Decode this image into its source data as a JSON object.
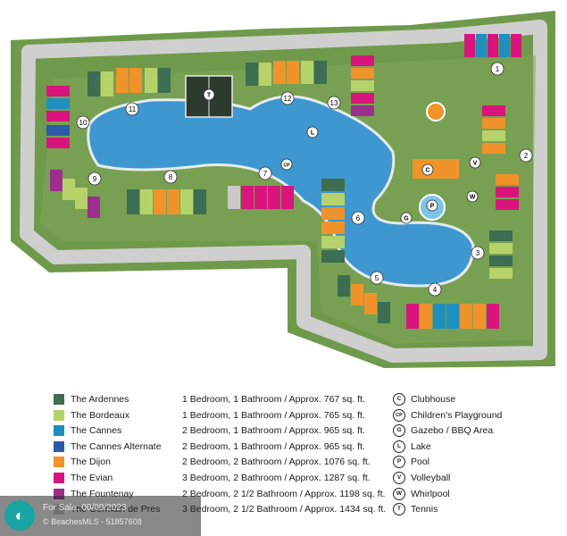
{
  "map": {
    "building_labels": [
      "1",
      "2",
      "3",
      "4",
      "5",
      "6",
      "7",
      "8",
      "9",
      "10",
      "11",
      "12",
      "13"
    ],
    "amenity_letters": [
      "C",
      "CP",
      "G",
      "L",
      "P",
      "V",
      "W",
      "T"
    ]
  },
  "legend": [
    {
      "name": "The Ardennes",
      "desc": "1 Bedroom, 1 Bathroom / Approx. 767 sq. ft.",
      "color": "#3d6e52"
    },
    {
      "name": "The Bordeaux",
      "desc": "1 Bedroom, 1 Bathroom / Approx. 765 sq. ft.",
      "color": "#b5d36a"
    },
    {
      "name": "The Cannes",
      "desc": "2 Bedroom, 1 Bathroom / Approx. 965 sq. ft.",
      "color": "#1f8fbf"
    },
    {
      "name": "The Cannes Alternate",
      "desc": "2 Bedroom, 1 Bathroom / Approx. 965 sq. ft.",
      "color": "#2c5aa8"
    },
    {
      "name": "The Dijon",
      "desc": "2 Bedroom, 2 Bathroom / Approx. 1076 sq. ft.",
      "color": "#f0932b"
    },
    {
      "name": "The Evian",
      "desc": "3 Bedroom, 2 Bathroom / Approx. 1287 sq. ft.",
      "color": "#d9157d"
    },
    {
      "name": "The Fountenay",
      "desc": "2 Bedroom, 2 1/2 Bathroom / Approx. 1198 sq. ft.",
      "color": "#9c2f8e"
    },
    {
      "name": "The Germain de Pres",
      "desc": "3 Bedroom, 2 1/2 Bathroom / Approx. 1434 sq. ft.",
      "color": "#c9c9c9"
    }
  ],
  "amenities": [
    {
      "letter": "C",
      "label": "Clubhouse"
    },
    {
      "letter": "CP",
      "label": "Children's Playground"
    },
    {
      "letter": "G",
      "label": "Gazebo / BBQ Area"
    },
    {
      "letter": "L",
      "label": "Lake"
    },
    {
      "letter": "P",
      "label": "Pool"
    },
    {
      "letter": "V",
      "label": "Volleyball"
    },
    {
      "letter": "W",
      "label": "Whirlpool"
    },
    {
      "letter": "T",
      "label": "Tennis"
    }
  ],
  "watermark": {
    "line1": "For Sale: 00/00/2023",
    "line2": "© BeachesMLS - 51857608"
  }
}
